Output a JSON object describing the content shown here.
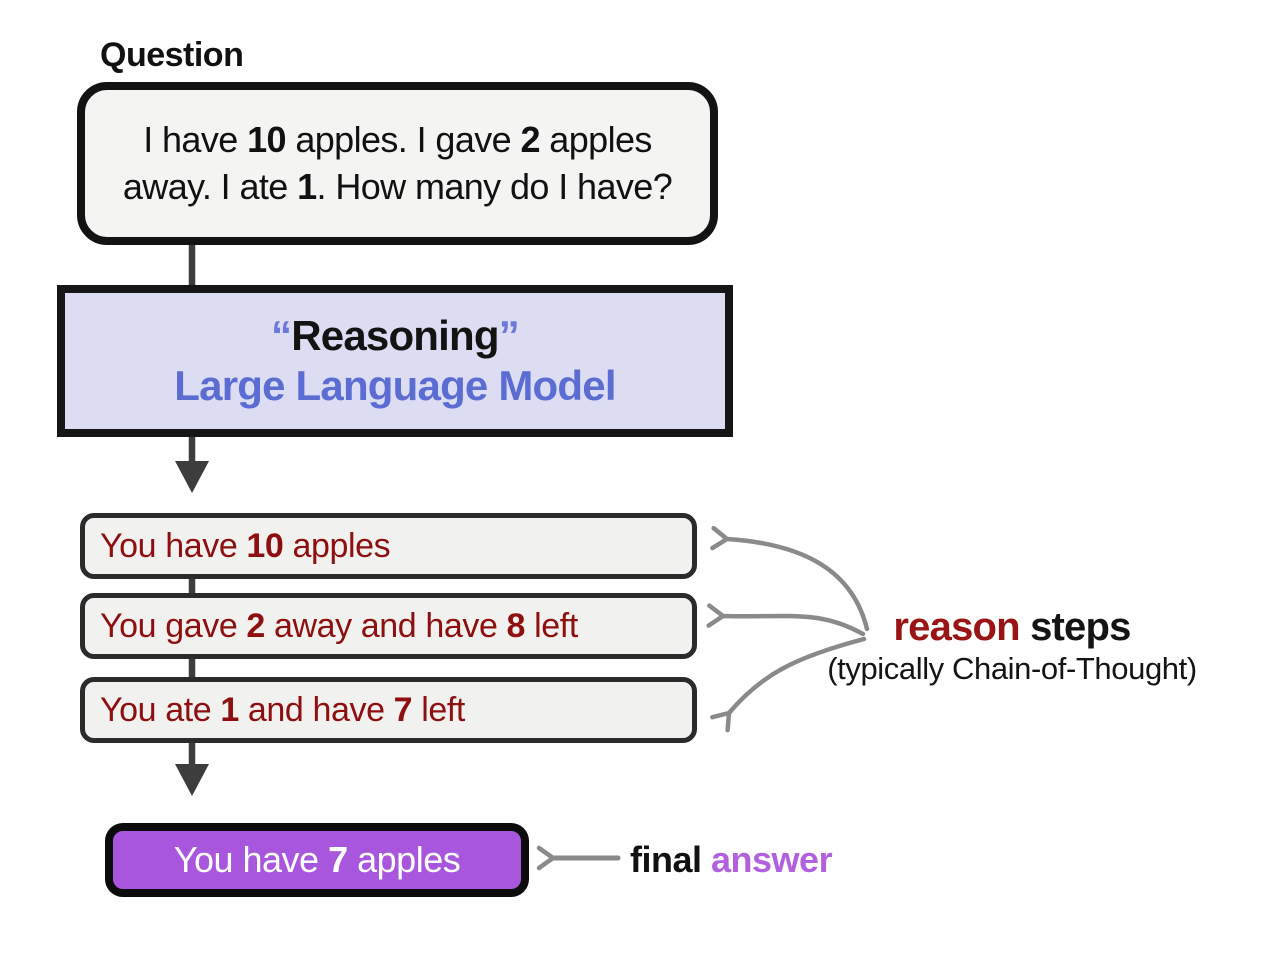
{
  "page": {
    "background": "#ffffff",
    "description_labels": {
      "question_label": "Question"
    }
  },
  "colors": {
    "box_fill_gray": "#f1f1f0",
    "llm_box_fill": "#dcdcf2",
    "llm_text_periwinkle": "#5b6cd2",
    "quote_periwinkle": "#6d79da",
    "reason_dark_red": "#8e0f0f",
    "answer_box_purple": "#a956de",
    "answer_text_purple": "#b160de",
    "arrow_gray": "#8a8a8a",
    "flow_arrow_dark": "#3d3d3d",
    "border_black": "#131313"
  },
  "flow": {
    "question_label": "Question",
    "question_box": {
      "segments": [
        {
          "t": "I have "
        },
        {
          "t": "10",
          "b": true
        },
        {
          "t": " apples. I gave "
        },
        {
          "t": "2",
          "b": true
        },
        {
          "t": " apples"
        },
        {
          "br": true
        },
        {
          "t": "away. I ate "
        },
        {
          "t": "1",
          "b": true
        },
        {
          "t": ". How many do I have?"
        }
      ]
    },
    "llm_box": {
      "line1_segments": [
        {
          "t": "“",
          "b": true,
          "c": "#6d79da"
        },
        {
          "t": "Reasoning",
          "b": true,
          "c": "#131313"
        },
        {
          "t": "”",
          "b": true,
          "c": "#6d79da"
        }
      ],
      "line2": "Large Language Model"
    },
    "steps": [
      {
        "segments": [
          {
            "t": "You have "
          },
          {
            "t": "10",
            "b": true
          },
          {
            "t": " apples"
          }
        ]
      },
      {
        "segments": [
          {
            "t": "You gave "
          },
          {
            "t": "2",
            "b": true
          },
          {
            "t": " away and have "
          },
          {
            "t": "8",
            "b": true
          },
          {
            "t": " left"
          }
        ]
      },
      {
        "segments": [
          {
            "t": "You ate "
          },
          {
            "t": "1",
            "b": true
          },
          {
            "t": " and have "
          },
          {
            "t": "7",
            "b": true
          },
          {
            "t": " left"
          }
        ]
      }
    ],
    "answer_box": {
      "segments": [
        {
          "t": "You have "
        },
        {
          "t": "7",
          "b": true
        },
        {
          "t": " apples"
        }
      ]
    },
    "annotations": {
      "reason_steps": {
        "segments": [
          {
            "t": "reason",
            "b": true,
            "c": "#991414"
          },
          {
            "t": " steps",
            "b": true,
            "c": "#141414"
          }
        ],
        "subcaption": "(typically Chain-of-Thought)"
      },
      "final_answer": {
        "segments": [
          {
            "t": "final",
            "b": true,
            "c": "#111111"
          },
          {
            "t": " answer",
            "b": true,
            "c": "#b160de"
          }
        ]
      }
    }
  }
}
